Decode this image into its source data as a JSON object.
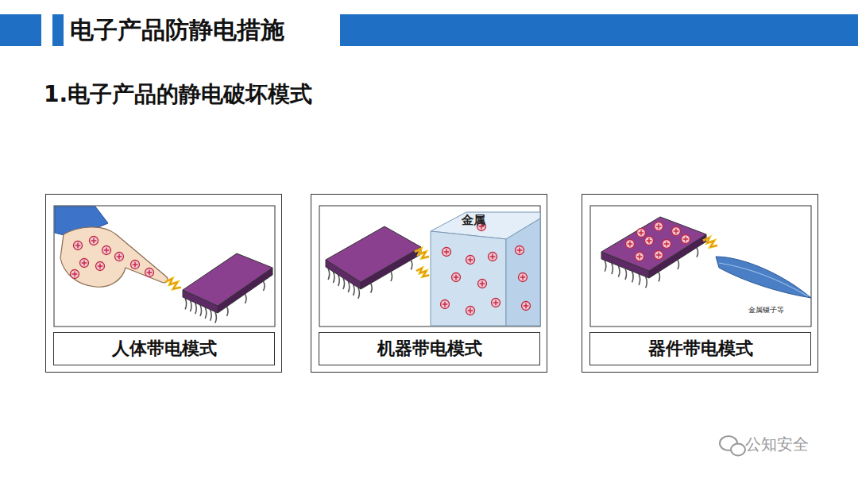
{
  "diagram": {
    "title": "电子产品防静电措施",
    "nodes": [
      {
        "text": [
          "人体带电模式"
        ]
      },
      {
        "text": [
          "机器带电模式"
        ]
      },
      {
        "text": [
          "器件带电模式"
        ]
      }
    ],
    "labels": [
      "1.电子产品的静电破坏模式",
      "金属",
      "金属镊子等",
      "公知安全"
    ]
  }
}
